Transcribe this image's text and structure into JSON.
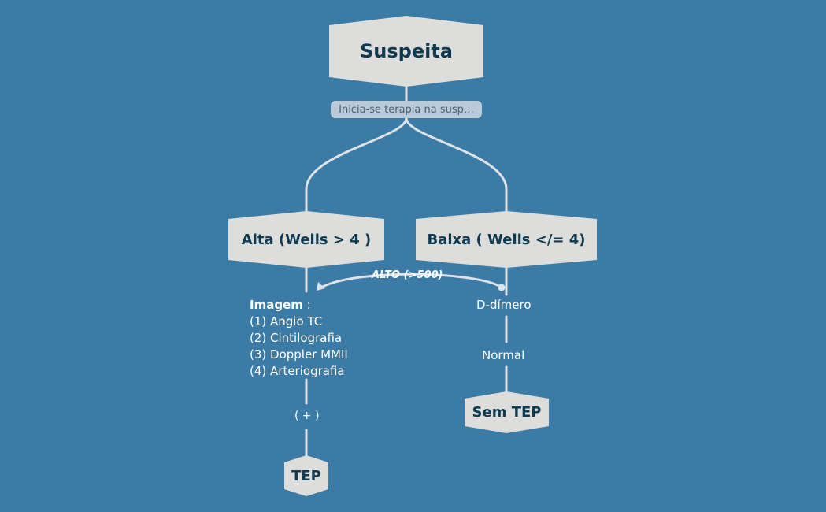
{
  "nodes": {
    "root": "Suspeita",
    "root_note": "Inicia-se terapia na susp…",
    "alta": "Alta (Wells > 4 )",
    "baixa": "Baixa ( Wells </= 4)",
    "tep": "TEP",
    "sem_tep": "Sem TEP"
  },
  "labels": {
    "edge_alto": "ALTO (>500)",
    "d_dimero": "D-dímero",
    "normal": "Normal",
    "positivo": "( + )"
  },
  "imagem": {
    "title": "Imagem",
    "suffix": " :",
    "items": [
      "(1) Angio TC",
      "(2) Cintilografia",
      "(3) Doppler MMII",
      "(4) Arteriografia"
    ]
  },
  "colors": {
    "background": "#3c7ba6",
    "node_fill": "#dddedb",
    "node_text": "#0f3a52",
    "connector": "#dde3e8",
    "note_fill": "#b9cbda"
  }
}
